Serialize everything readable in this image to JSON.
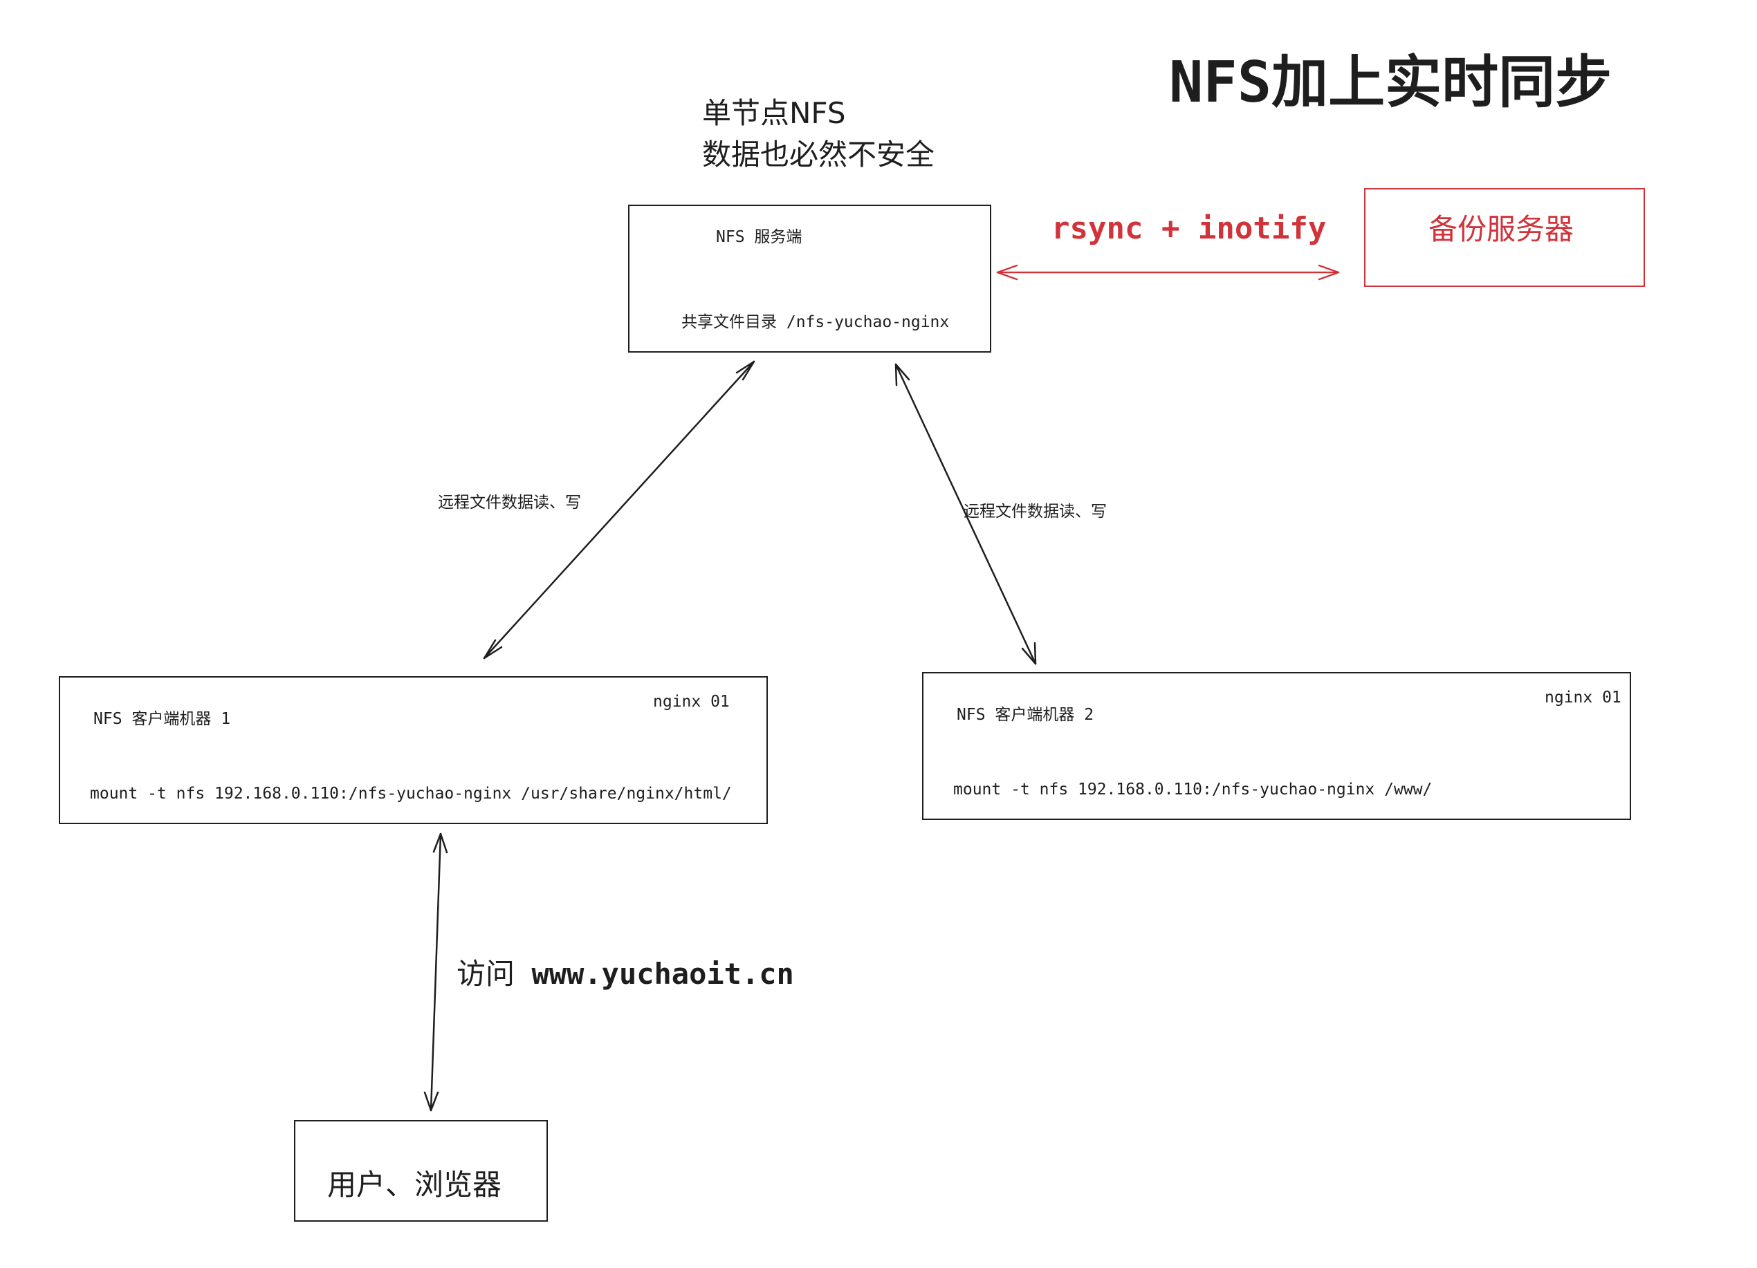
{
  "title": "NFS加上实时同步",
  "note": {
    "line1": "单节点NFS",
    "line2": "数据也必然不安全"
  },
  "server": {
    "label": "NFS  服务端",
    "share_dir": "共享文件目录 /nfs-yuchao-nginx"
  },
  "sync": {
    "label": "rsync + inotify",
    "color": "#d0333a"
  },
  "backup": {
    "label": "备份服务器"
  },
  "links": {
    "left_label": "远程文件数据读、写",
    "right_label": "远程文件数据读、写"
  },
  "client1": {
    "label": "NFS  客户端机器 1",
    "tag": "nginx 01",
    "mount": "mount -t nfs 192.168.0.110:/nfs-yuchao-nginx /usr/share/nginx/html/"
  },
  "client2": {
    "label": "NFS  客户端机器 2",
    "tag": "nginx 01",
    "mount": "mount -t nfs 192.168.0.110:/nfs-yuchao-nginx /www/"
  },
  "access": {
    "prefix": "访问",
    "url": "www.yuchaoit.cn"
  },
  "user": {
    "label": "用户、浏览器"
  }
}
